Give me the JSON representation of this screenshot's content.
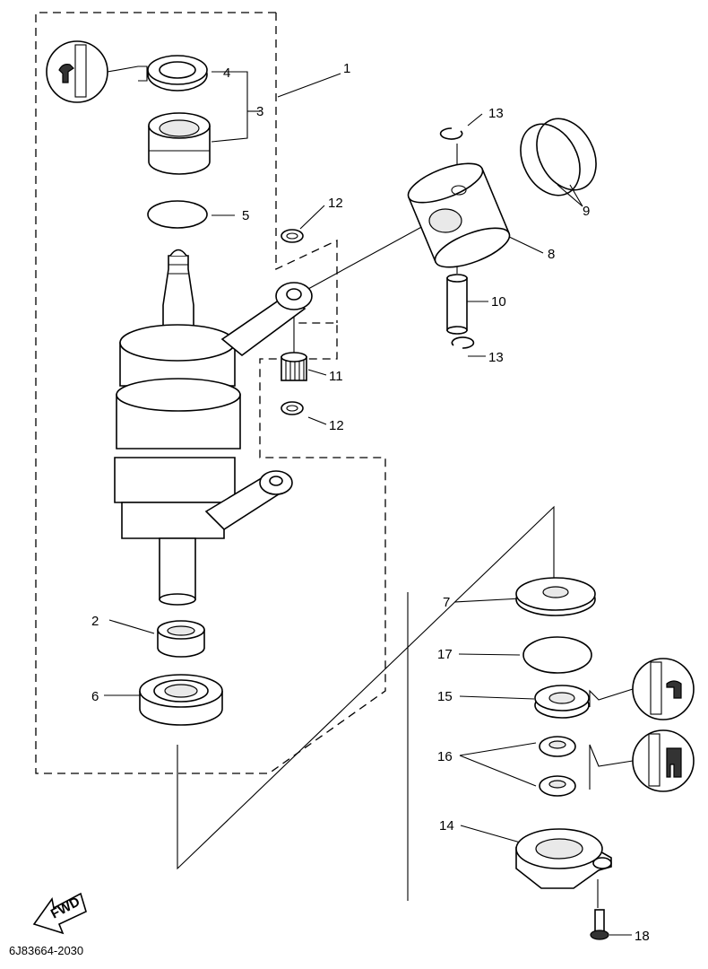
{
  "labels": {
    "p1": "1",
    "p2": "2",
    "p3": "3",
    "p4": "4",
    "p5": "5",
    "p6": "6",
    "p7": "7",
    "p8": "8",
    "p9": "9",
    "p10": "10",
    "p11": "11",
    "p12a": "12",
    "p12b": "12",
    "p13a": "13",
    "p13b": "13",
    "p14": "14",
    "p15": "15",
    "p16": "16",
    "p17": "17",
    "p18": "18"
  },
  "fwd_label": "FWD",
  "diagram_code": "6J83664-2030",
  "icons": {
    "lubricant_a": "grease-lubricant-symbol",
    "lubricant_b": "grease-lubricant-symbol",
    "lubricant_c": "grease-lubricant-symbol-a"
  }
}
